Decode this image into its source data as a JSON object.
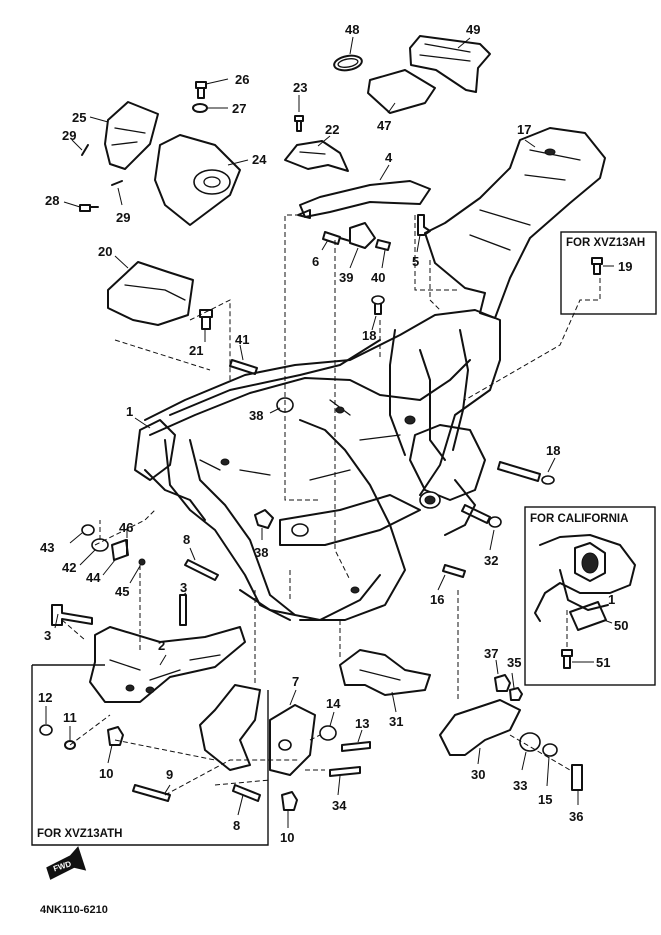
{
  "diagram": {
    "callouts": [
      {
        "id": "48",
        "label": "48"
      },
      {
        "id": "49",
        "label": "49"
      },
      {
        "id": "26",
        "label": "26"
      },
      {
        "id": "23",
        "label": "23"
      },
      {
        "id": "27",
        "label": "27"
      },
      {
        "id": "47",
        "label": "47"
      },
      {
        "id": "25",
        "label": "25"
      },
      {
        "id": "22",
        "label": "22"
      },
      {
        "id": "17",
        "label": "17"
      },
      {
        "id": "29a",
        "label": "29"
      },
      {
        "id": "24",
        "label": "24"
      },
      {
        "id": "4",
        "label": "4"
      },
      {
        "id": "28",
        "label": "28"
      },
      {
        "id": "29b",
        "label": "29"
      },
      {
        "id": "19",
        "label": "19"
      },
      {
        "id": "20",
        "label": "20"
      },
      {
        "id": "6",
        "label": "6"
      },
      {
        "id": "39",
        "label": "39"
      },
      {
        "id": "40",
        "label": "40"
      },
      {
        "id": "5",
        "label": "5"
      },
      {
        "id": "18a",
        "label": "18"
      },
      {
        "id": "21",
        "label": "21"
      },
      {
        "id": "41",
        "label": "41"
      },
      {
        "id": "1",
        "label": "1"
      },
      {
        "id": "38a",
        "label": "38"
      },
      {
        "id": "18b",
        "label": "18"
      },
      {
        "id": "46",
        "label": "46"
      },
      {
        "id": "43",
        "label": "43"
      },
      {
        "id": "8a",
        "label": "8"
      },
      {
        "id": "38b",
        "label": "38"
      },
      {
        "id": "32",
        "label": "32"
      },
      {
        "id": "42",
        "label": "42"
      },
      {
        "id": "44",
        "label": "44"
      },
      {
        "id": "45",
        "label": "45"
      },
      {
        "id": "3a",
        "label": "3"
      },
      {
        "id": "16",
        "label": "16"
      },
      {
        "id": "1b",
        "label": "1"
      },
      {
        "id": "3b",
        "label": "3"
      },
      {
        "id": "50",
        "label": "50"
      },
      {
        "id": "2",
        "label": "2"
      },
      {
        "id": "51",
        "label": "51"
      },
      {
        "id": "37",
        "label": "37"
      },
      {
        "id": "35",
        "label": "35"
      },
      {
        "id": "7",
        "label": "7"
      },
      {
        "id": "12",
        "label": "12"
      },
      {
        "id": "14",
        "label": "14"
      },
      {
        "id": "11",
        "label": "11"
      },
      {
        "id": "13",
        "label": "13"
      },
      {
        "id": "31",
        "label": "31"
      },
      {
        "id": "10a",
        "label": "10"
      },
      {
        "id": "9",
        "label": "9"
      },
      {
        "id": "30",
        "label": "30"
      },
      {
        "id": "33",
        "label": "33"
      },
      {
        "id": "34",
        "label": "34"
      },
      {
        "id": "15",
        "label": "15"
      },
      {
        "id": "8b",
        "label": "8"
      },
      {
        "id": "36",
        "label": "36"
      },
      {
        "id": "10b",
        "label": "10"
      }
    ],
    "boxes": {
      "xvz13ah": "FOR XVZ13AH",
      "california": "FOR CALIFORNIA",
      "xvz13ath": "FOR XVZ13ATH"
    },
    "fwd_badge": "FWD",
    "diagram_code": "4NK110-6210"
  }
}
